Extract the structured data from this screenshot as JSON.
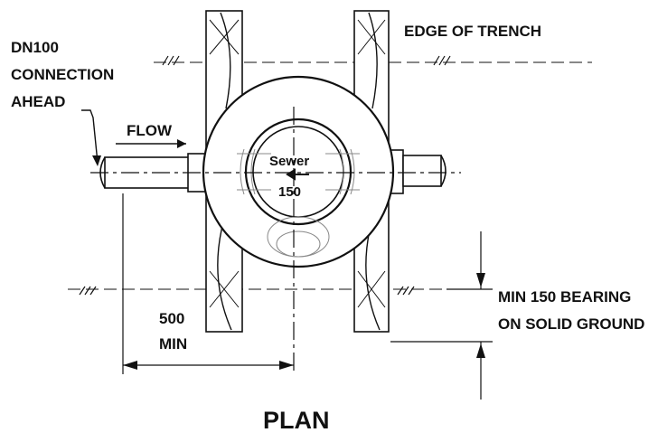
{
  "labels": {
    "connection_line1": "DN100",
    "connection_line2": "CONNECTION",
    "connection_line3": "AHEAD",
    "flow": "FLOW",
    "edge_of_trench": "EDGE OF TRENCH",
    "sewer": "Sewer",
    "sewer_size": "150",
    "dim_500": "500",
    "dim_min": "MIN",
    "bearing_line1": "MIN 150 BEARING",
    "bearing_line2": "ON SOLID GROUND",
    "title": "PLAN"
  }
}
